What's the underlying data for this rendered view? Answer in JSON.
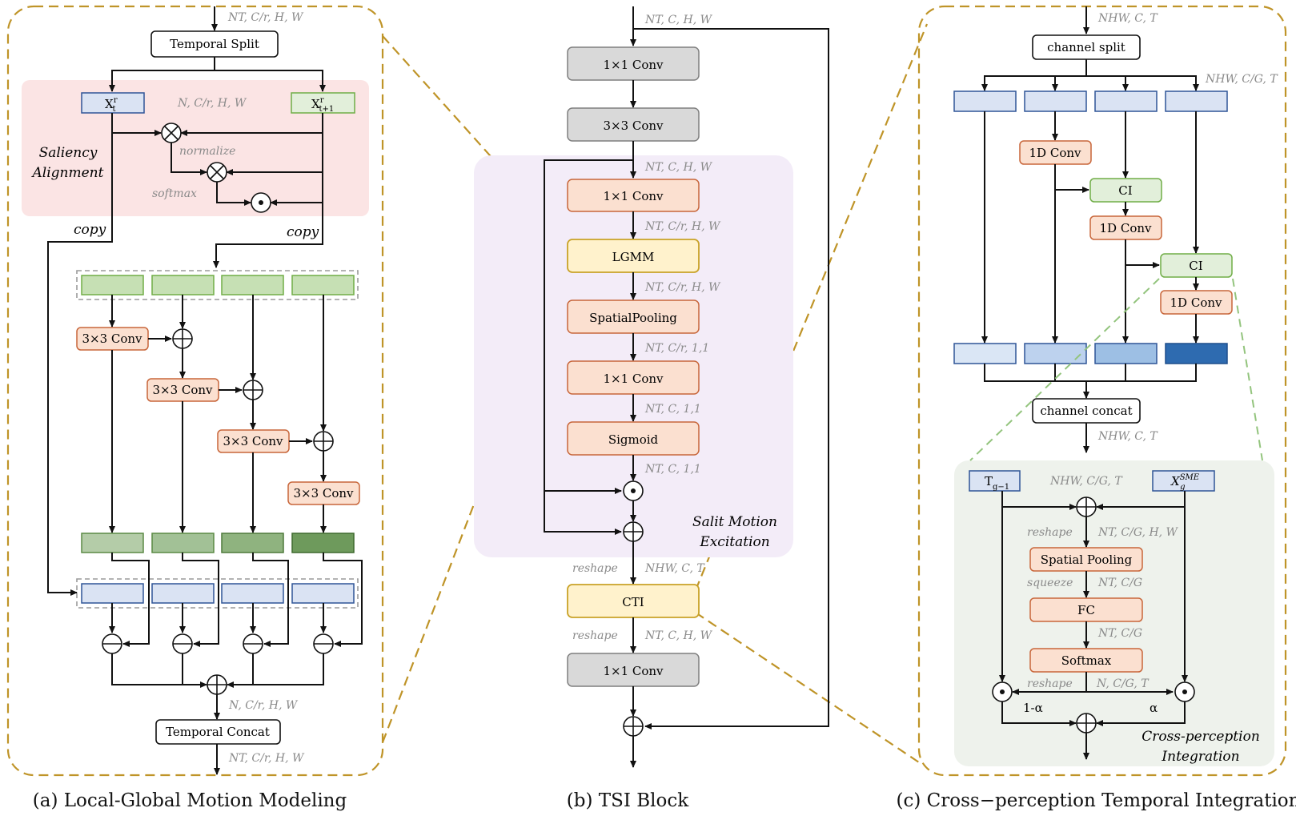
{
  "colors": {
    "white_box": "#ffffff",
    "gray_conv": "#d9d9d9",
    "orange_box": "#fbe0d0",
    "orange_border": "#c8663a",
    "yellow_box": "#fff2cc",
    "yellow_border": "#c9a227",
    "blue_box": "#dae3f3",
    "blue_border": "#2f5597",
    "green_box": "#e2efda",
    "green_border": "#70ad47",
    "pink_region": "#fbe4e4",
    "purple_region": "#f3ecf8",
    "gray_region": "#eef2ec",
    "gold_dash": "#bf9428"
  },
  "panel_a": {
    "caption": "(a) Local-Global Motion Modeling",
    "input_dim": "NT, C/r, H, W",
    "temporal_split": "Temporal Split",
    "x_t": "X",
    "x_t_sup": "r",
    "x_t_sub": "t",
    "x_t1": "X",
    "x_t1_sup": "r",
    "x_t1_sub": "t+1",
    "mid_dim": "N, C/r, H, W",
    "saliency_1": "Saliency",
    "saliency_2": "Alignment",
    "normalize": "normalize",
    "softmax": "softmax",
    "copy_left": "copy",
    "copy_right": "copy",
    "conv_label": "3×3 Conv",
    "after_sum_dim": "N, C/r, H, W",
    "temporal_concat": "Temporal Concat",
    "out_dim": "NT, C/r, H, W"
  },
  "panel_b": {
    "caption": "(b) TSI Block",
    "in_dim": "NT, C, H, W",
    "conv1": "1×1 Conv",
    "conv3": "3×3 Conv",
    "dim_after_conv3": "NT, C, H, W",
    "sme_conv": "1×1 Conv",
    "dim_after_sme_conv": "NT, C/r, H, W",
    "lgmm": "LGMM",
    "dim_after_lgmm": "NT, C/r, H, W",
    "pool": "SpatialPooling",
    "dim_after_pool": "NT, C/r, 1,1",
    "conv_up": "1×1 Conv",
    "dim_after_up": "NT, C, 1,1",
    "sigmoid": "Sigmoid",
    "dim_after_sigmoid": "NT, C, 1,1",
    "sme_1": "Salit Motion",
    "sme_2": "Excitation",
    "reshape1": "reshape",
    "dim_before_cti": "NHW, C, T",
    "cti": "CTI",
    "reshape2": "reshape",
    "dim_after_cti": "NT, C, H, W",
    "conv_out": "1×1 Conv"
  },
  "panel_c": {
    "caption": "(c) Cross−perception Temporal Integration",
    "in_dim": "NHW, C, T",
    "channel_split": "channel split",
    "split_dim": "NHW, C/G, T",
    "conv1d": "1D Conv",
    "ci": "CI",
    "channel_concat": "channel concat",
    "out_dim": "NHW, C, T",
    "t_prev": "T",
    "t_prev_sub": "g−1",
    "x_sme": "X",
    "x_sme_sub": "g",
    "x_sme_sup": "SME",
    "ci_dim": "NHW, C/G, T",
    "reshape1": "reshape",
    "dim_reshape1": "NT, C/G, H, W",
    "spatial_pooling": "Spatial Pooling",
    "squeeze": "squeeze",
    "dim_squeeze": "NT, C/G",
    "fc": "FC",
    "dim_fc": "NT, C/G",
    "softmax": "Softmax",
    "reshape2": "reshape",
    "dim_reshape2": "N, C/G, T",
    "one_minus_alpha": "1-α",
    "alpha": "α",
    "cpi_1": "Cross-perception",
    "cpi_2": "Integration"
  }
}
